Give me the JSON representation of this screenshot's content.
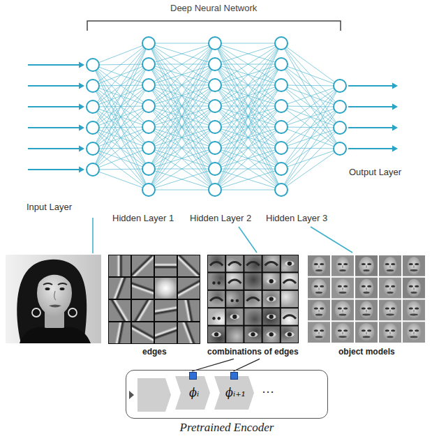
{
  "diagram": {
    "title": "Deep Neural Network",
    "nodes": [
      {
        "text": [
          "Pretrained Encoder"
        ]
      },
      {
        "text": [
          "ϕᵢ"
        ],
        "in": 0
      },
      {
        "text": [
          "ϕᵢ₊₁"
        ],
        "in": 0
      }
    ],
    "labels": [
      "Input Layer",
      "Output Layer",
      "Hidden Layer 1",
      "Hidden Layer 2",
      "Hidden Layer 3",
      "edges",
      "combinations of edges",
      "object models",
      "⋯"
    ]
  }
}
